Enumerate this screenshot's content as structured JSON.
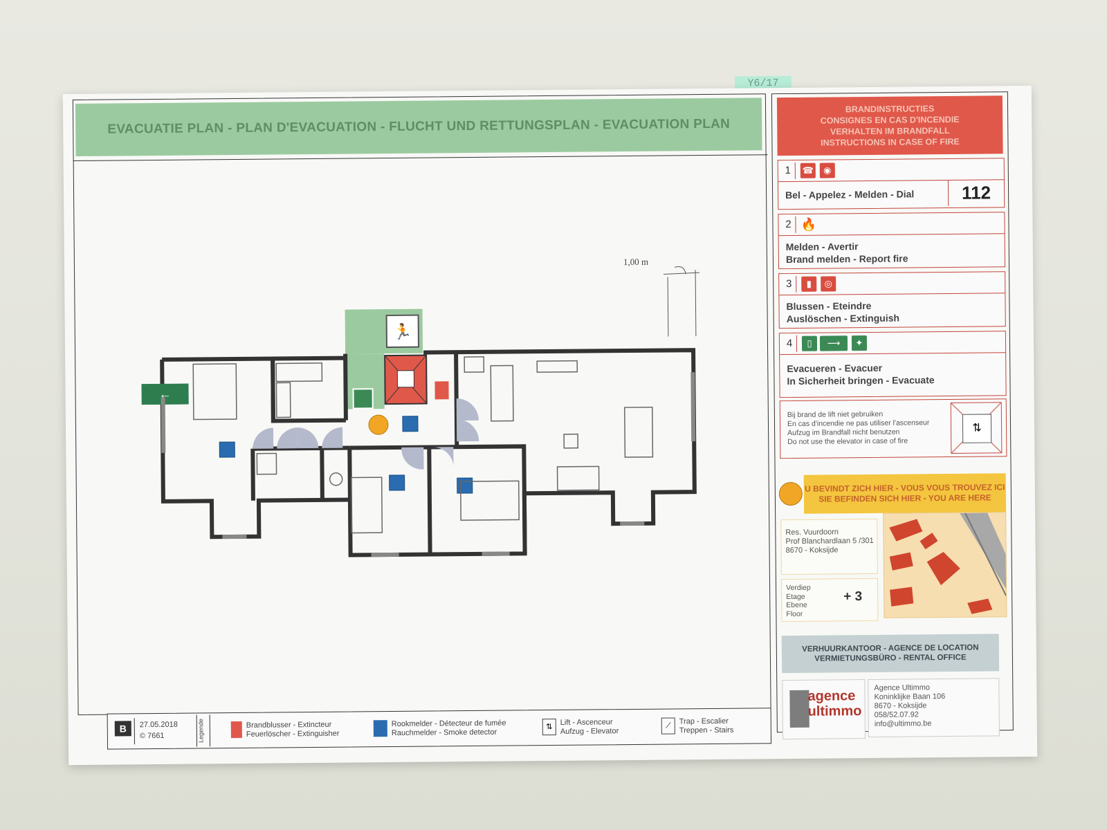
{
  "sheet_tag": "Y6/17",
  "title": "EVACUATIE PLAN - PLAN D'EVACUATION - FLUCHT UND RETTUNGSPLAN - EVACUATION PLAN",
  "scale_label": "1,00 m",
  "fire_instructions": {
    "heading": [
      "BRANDINSTRUCTIES",
      "CONSIGNES EN CAS D'INCENDIE",
      "VERHALTEN IM BRANDFALL",
      "INSTRUCTIONS IN CASE OF FIRE"
    ],
    "steps": [
      {
        "num": "1",
        "lines": [
          "Bel - Appelez - Melden - Dial"
        ],
        "number": "112",
        "icons": [
          "phone-icon",
          "fire-alarm-icon"
        ]
      },
      {
        "num": "2",
        "lines": [
          "Melden - Avertir",
          "Brand melden - Report fire"
        ],
        "icons": [
          "flame-icon"
        ]
      },
      {
        "num": "3",
        "lines": [
          "Blussen - Eteindre",
          "Auslöschen - Extinguish"
        ],
        "icons": [
          "extinguisher-icon",
          "fire-hose-icon"
        ]
      },
      {
        "num": "4",
        "lines": [
          "Evacueren - Evacuer",
          "In Sicherheit bringen - Evacuate"
        ],
        "icons": [
          "exit-door-icon",
          "exit-arrow-icon",
          "assembly-point-icon"
        ]
      }
    ],
    "lift_warning": [
      "Bij brand de lift niet gebruiken",
      "En cas d'incendie ne pas utiliser l'ascenseur",
      "Aufzug im Brandfall nicht benutzen",
      "Do not use the elevator in case of fire"
    ]
  },
  "you_are_here": [
    "U BEVINDT ZICH HIER - VOUS VOUS TROUVEZ ICI",
    "SIE BEFINDEN SICH HIER - YOU ARE HERE"
  ],
  "address": [
    "Res. Vuurdoorn",
    "Prof Blanchardlaan 5 /301",
    "8670 - Koksijde"
  ],
  "floor": {
    "labels": [
      "Verdiep",
      "Etage",
      "Ebene",
      "Floor"
    ],
    "value": "+ 3"
  },
  "rental_office": {
    "heading": [
      "VERHUURKANTOOR - AGENCE DE LOCATION",
      "VERMIETUNGSBÜRO - RENTAL OFFICE"
    ],
    "logo": [
      "agence",
      "ultimmo"
    ],
    "contact": [
      "Agence Ultimmo",
      "Koninklijke Baan 106",
      "8670 - Koksijde",
      "058/52.07.92",
      "info@ultimmo.be"
    ]
  },
  "legend": {
    "badge": "B",
    "date": "27.05.2018",
    "code": "© 7661",
    "vertical": "Legende",
    "items": [
      {
        "lines": [
          "Brandblusser - Extincteur",
          "Feuerlöscher - Extinguisher"
        ],
        "icon": "extinguisher-icon"
      },
      {
        "lines": [
          "Rookmelder - Détecteur de fumée",
          "Rauchmelder - Smoke detector"
        ],
        "icon": "smoke-detector-icon"
      },
      {
        "lines": [
          "Lift - Ascenceur",
          "Aufzug - Elevator"
        ],
        "icon": "elevator-icon"
      },
      {
        "lines": [
          "Trap - Escalier",
          "Treppen - Stairs"
        ],
        "icon": "stairs-icon"
      }
    ]
  },
  "colors": {
    "escape_route": "#9ccaa0",
    "fire_red": "#e0584a",
    "you_are_here": "#f4c53e",
    "smoke_detector": "#2b6cb0"
  }
}
